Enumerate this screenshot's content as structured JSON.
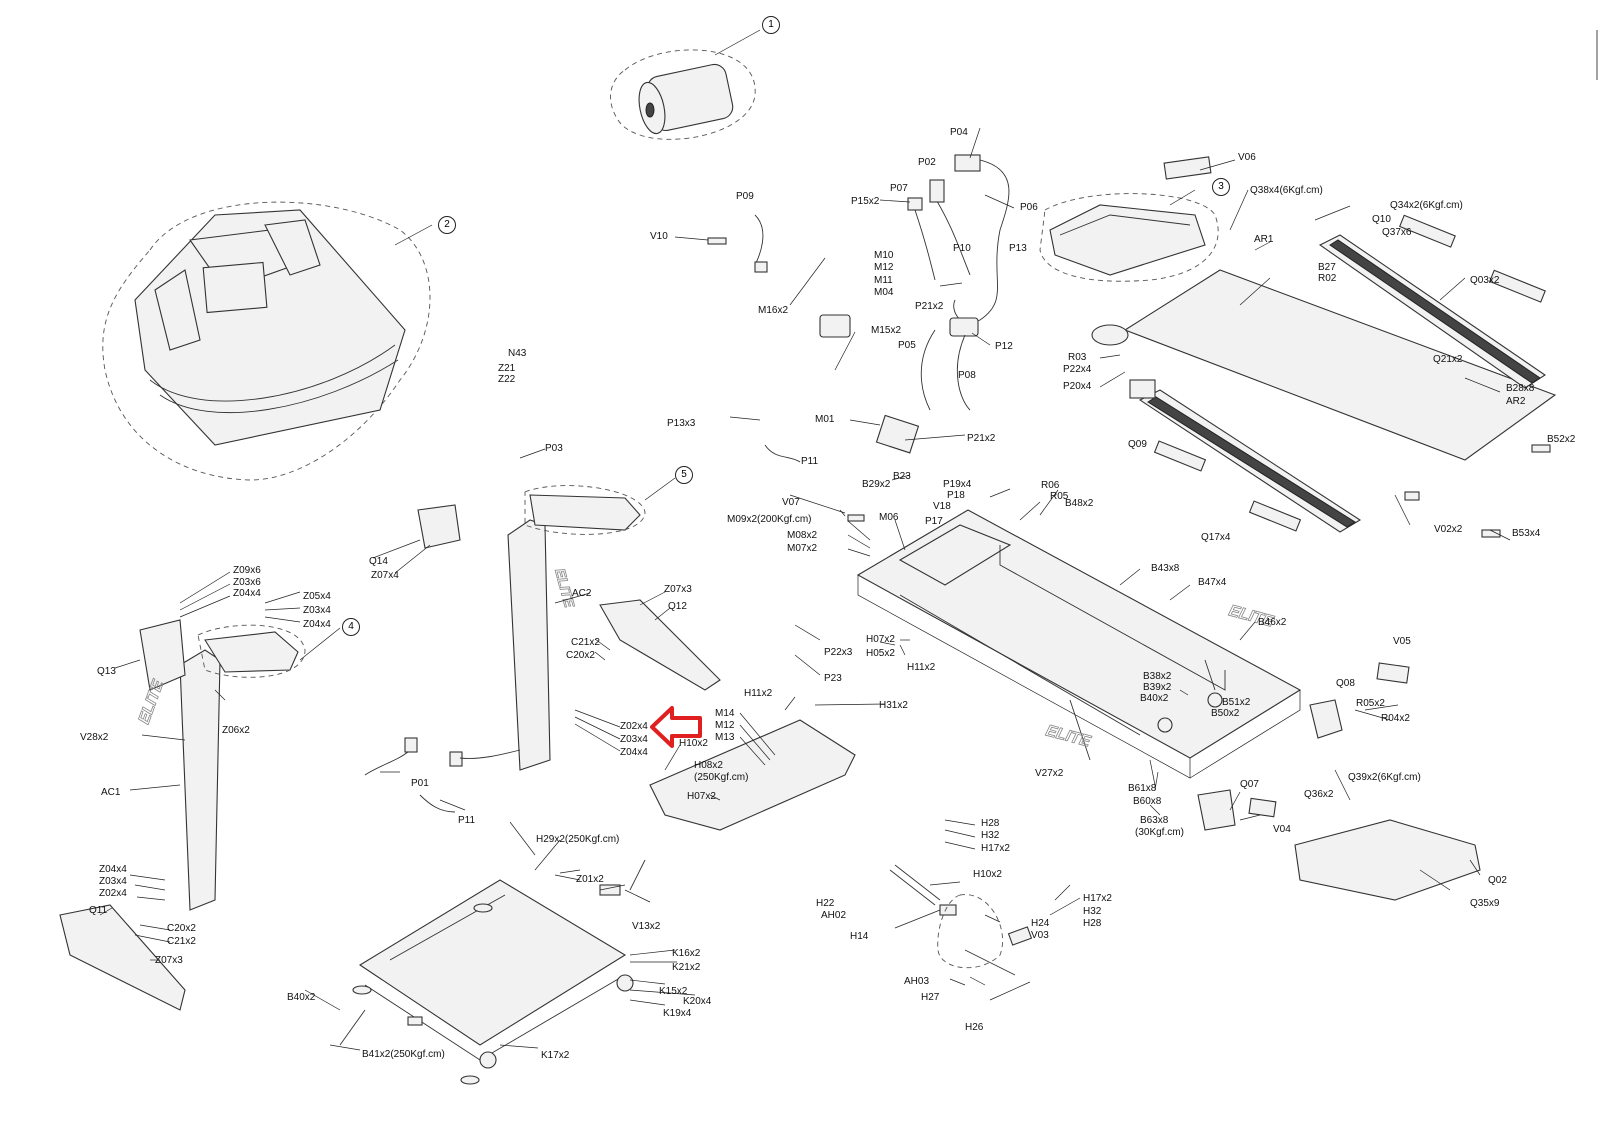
{
  "callouts": {
    "c1": "1",
    "c2": "2",
    "c3": "3",
    "c4": "4",
    "c5": "5"
  },
  "brand_text": "ELITE",
  "highlight_color": "#e02020",
  "highlight_icon": "left-arrow-icon",
  "labels": {
    "V06": "V06",
    "Q38x4": "Q38x4(6Kgf.cm)",
    "Q34x2": "Q34x2(6Kgf.cm)",
    "Q10": "Q10",
    "Q37x6": "Q37x6",
    "AR1": "AR1",
    "B27": "B27",
    "R02": "R02",
    "Q03x2": "Q03x2",
    "Q21x2": "Q21x2",
    "R03": "R03",
    "P22x4": "P22x4",
    "P20x4": "P20x4",
    "B28x8": "B28x8",
    "AR2": "AR2",
    "Q09": "Q09",
    "B52x2": "B52x2",
    "Q17x4": "Q17x4",
    "V02x2": "V02x2",
    "B53x4": "B53x4",
    "P04": "P04",
    "P02": "P02",
    "P07": "P07",
    "P15x2": "P15x2",
    "P06": "P06",
    "P10": "P10",
    "P13": "P13",
    "P21x2a": "P21x2",
    "P12": "P12",
    "P05": "P05",
    "P08": "P08",
    "P21x2b": "P21x2",
    "P09": "P09",
    "V10": "V10",
    "M10": "M10",
    "M12a": "M12",
    "M11": "M11",
    "M04": "M04",
    "M16x2": "M16x2",
    "M15x2": "M15x2",
    "P13x3": "P13x3",
    "P11a": "P11",
    "M01": "M01",
    "N43": "N43",
    "Z21": "Z21",
    "Z22": "Z22",
    "P03": "P03",
    "B29x2": "B29x2",
    "B23": "B23",
    "P19x4": "P19x4",
    "P18": "P18",
    "V18": "V18",
    "R06": "R06",
    "R05": "R05",
    "B48x2": "B48x2",
    "V07": "V07",
    "M09x2": "M09x2(200Kgf.cm)",
    "M08x2": "M08x2",
    "M07x2": "M07x2",
    "M06": "M06",
    "P17": "P17",
    "B43x8": "B43x8",
    "B47x4": "B47x4",
    "B46x2": "B46x2",
    "Q14": "Q14",
    "Z07x4": "Z07x4",
    "AC2": "AC2",
    "Z07x3a": "Z07x3",
    "Q12": "Q12",
    "Z09x6": "Z09x6",
    "Z03x6": "Z03x6",
    "Z04x4a": "Z04x4",
    "Z05x4": "Z05x4",
    "Z03x4a": "Z03x4",
    "Z04x4b": "Z04x4",
    "Q13": "Q13",
    "Z06x2": "Z06x2",
    "V28x2": "V28x2",
    "AC1": "AC1",
    "C21x2a": "C21x2",
    "C20x2a": "C20x2",
    "Z02x4a": "Z02x4",
    "Z03x4b": "Z03x4",
    "Z04x4c": "Z04x4",
    "H10x2a": "H10x2",
    "M14": "M14",
    "M12b": "M12",
    "M13": "M13",
    "H11x2a": "H11x2",
    "H31x2": "H31x2",
    "H08x2": "H08x2",
    "H08x2b": "(250Kgf.cm)",
    "H07x2a": "H07x2",
    "P22x3": "P22x3",
    "P23": "P23",
    "H07x2b": "H07x2",
    "H05x2": "H05x2",
    "H11x2b": "H11x2",
    "V05": "V05",
    "Q08": "Q08",
    "R05x2": "R05x2",
    "R04x2": "R04x2",
    "Q36x2": "Q36x2",
    "Q39x2": "Q39x2(6Kgf.cm)",
    "B38x2": "B38x2",
    "B39x2": "B39x2",
    "B40x2a": "B40x2",
    "B51x2": "B51x2",
    "B50x2": "B50x2",
    "V27x2": "V27x2",
    "B61x8": "B61x8",
    "B60x8": "B60x8",
    "B63x8": "B63x8",
    "B63x8b": "(30Kgf.cm)",
    "Q07": "Q07",
    "V04": "V04",
    "Q02": "Q02",
    "Q35x9": "Q35x9",
    "P01": "P01",
    "P11b": "P11",
    "H29x2": "H29x2(250Kgf.cm)",
    "Z01x2": "Z01x2",
    "V13x2": "V13x2",
    "Z04x4d": "Z04x4",
    "Z03x4c": "Z03x4",
    "Z02x4b": "Z02x4",
    "Q11": "Q11",
    "C20x2b": "C20x2",
    "C21x2b": "C21x2",
    "Z07x3b": "Z07x3",
    "K16x2": "K16x2",
    "K21x2": "K21x2",
    "K15x2": "K15x2",
    "K20x4": "K20x4",
    "K19x4": "K19x4",
    "K17x2": "K17x2",
    "B40x2b": "B40x2",
    "B41x2": "B41x2(250Kgf.cm)",
    "H28a": "H28",
    "H32a": "H32",
    "H17x2a": "H17x2",
    "H10x2b": "H10x2",
    "H22": "H22",
    "AH02": "AH02",
    "H14": "H14",
    "H17x2b": "H17x2",
    "H32b": "H32",
    "H28b": "H28",
    "H24": "H24",
    "V03": "V03",
    "AH03": "AH03",
    "H27": "H27",
    "H26": "H26"
  }
}
